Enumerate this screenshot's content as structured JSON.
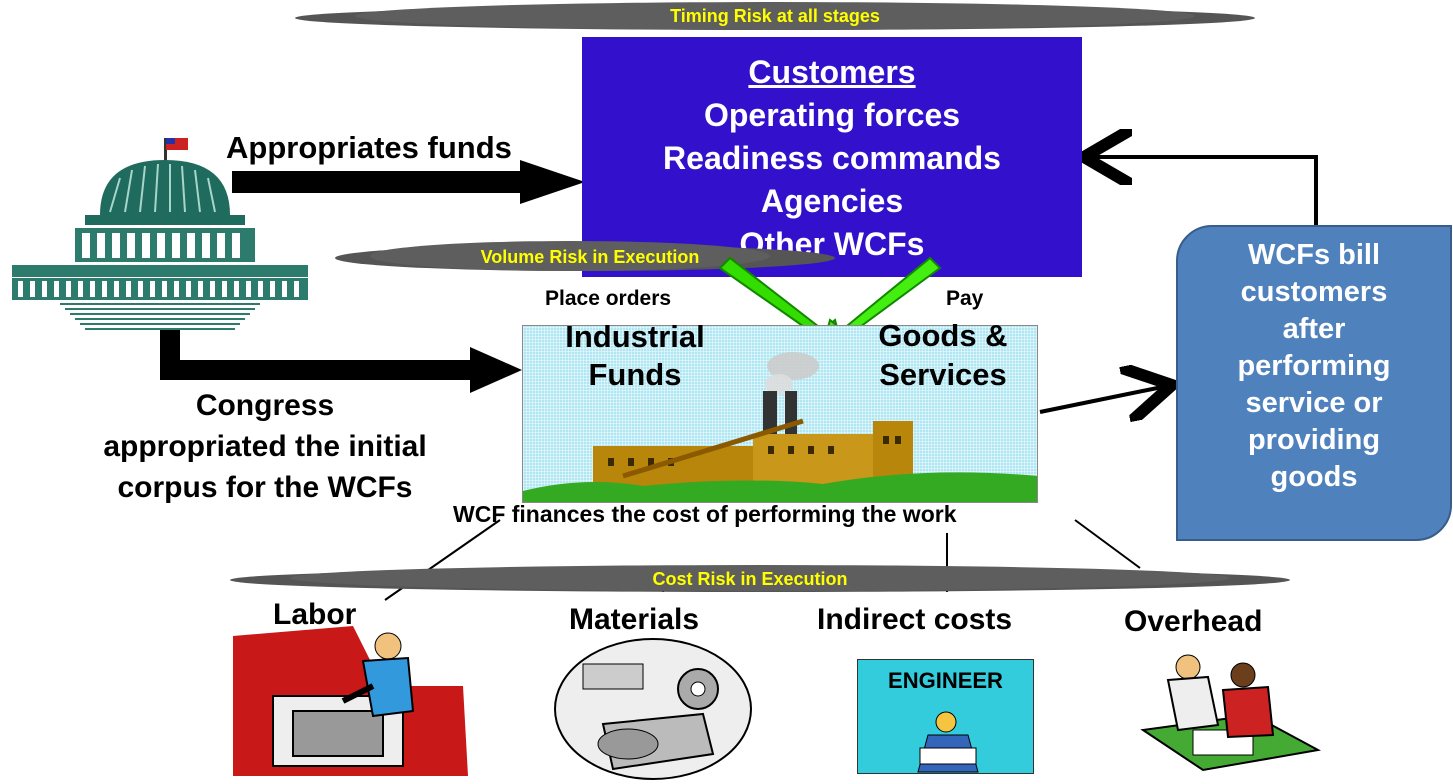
{
  "clouds": {
    "timing": "Timing Risk at all stages",
    "volume": "Volume Risk in Execution",
    "cost": "Cost Risk in Execution"
  },
  "customers": {
    "title": "Customers",
    "items": [
      "Operating forces",
      "Readiness commands",
      "Agencies",
      "Other WCFs"
    ]
  },
  "congress": {
    "appropriates": "Appropriates funds",
    "corpus_lines": [
      "Congress",
      "appropriated the initial",
      "corpus for the WCFs"
    ]
  },
  "industrial": {
    "place_orders": "Place orders",
    "pay": "Pay",
    "funds_lines": [
      "Industrial",
      "Funds"
    ],
    "goods_lines": [
      "Goods &",
      "Services"
    ]
  },
  "bill": {
    "lines": [
      "WCFs bill",
      "customers",
      "after",
      "performing",
      "service or",
      "providing",
      "goods"
    ]
  },
  "finances": "WCF finances the cost of performing the work",
  "costs": {
    "labor": "Labor",
    "materials": "Materials",
    "indirect": "Indirect costs",
    "overhead": "Overhead",
    "engineer_sign": "ENGINEER"
  },
  "colors": {
    "customers_box": "#3311cc",
    "bill_box": "#4f81bd",
    "cloud": "#555555",
    "cloud_text": "#ffff00",
    "arrow_green": "#33dd00",
    "factory_sky": "#aee6f2"
  }
}
